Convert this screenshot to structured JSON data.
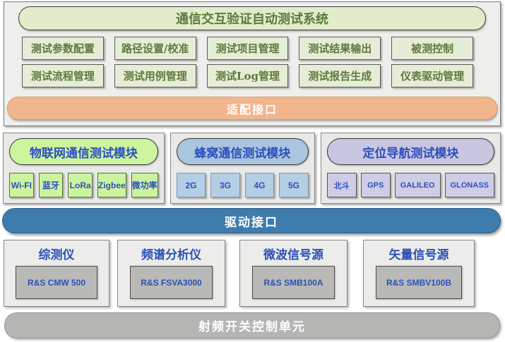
{
  "system": {
    "title": "通信交互验证自动测试系统",
    "function_rows": [
      [
        "测试参数配置",
        "路径设置/校准",
        "测试项目管理",
        "测试结果输出",
        "被测控制"
      ],
      [
        "测试流程管理",
        "测试用例管理",
        "测试Log管理",
        "测试报告生成",
        "仪表驱动管理"
      ]
    ],
    "adapter_bar": "适配接口"
  },
  "modules": [
    {
      "title": "物联网通信测试模块",
      "items": [
        "Wi-FI",
        "蓝牙",
        "LoRa",
        "Zigbee",
        "微功率"
      ]
    },
    {
      "title": "蜂窝通信测试模块",
      "items": [
        "2G",
        "3G",
        "4G",
        "5G"
      ]
    },
    {
      "title": "定位导航测试模块",
      "items": [
        "北斗",
        "GPS",
        "GALILEO",
        "GLONASS"
      ]
    }
  ],
  "driver_bar": "驱动接口",
  "instruments": [
    {
      "name": "综测仪",
      "model": "R&S CMW 500"
    },
    {
      "name": "频谱分析仪",
      "model": "R&S FSVA3000"
    },
    {
      "name": "微波信号源",
      "model": "R&S SMB100A"
    },
    {
      "name": "矢量信号源",
      "model": "R&S SMBV100B"
    }
  ],
  "rf_bar": "射频开关控制单元",
  "colors": {
    "system_green_bg": "#e6ecd6",
    "system_green_text": "#5d7a3c",
    "adapter_orange": "#f2b68c",
    "iot_green": "#ccf49e",
    "cellular_blue": "#b4cee5",
    "gnss_purple": "#cfcce6",
    "driver_blue": "#3e7cae",
    "rf_gray": "#b5b5b3",
    "label_blue": "#2b4fbe"
  }
}
